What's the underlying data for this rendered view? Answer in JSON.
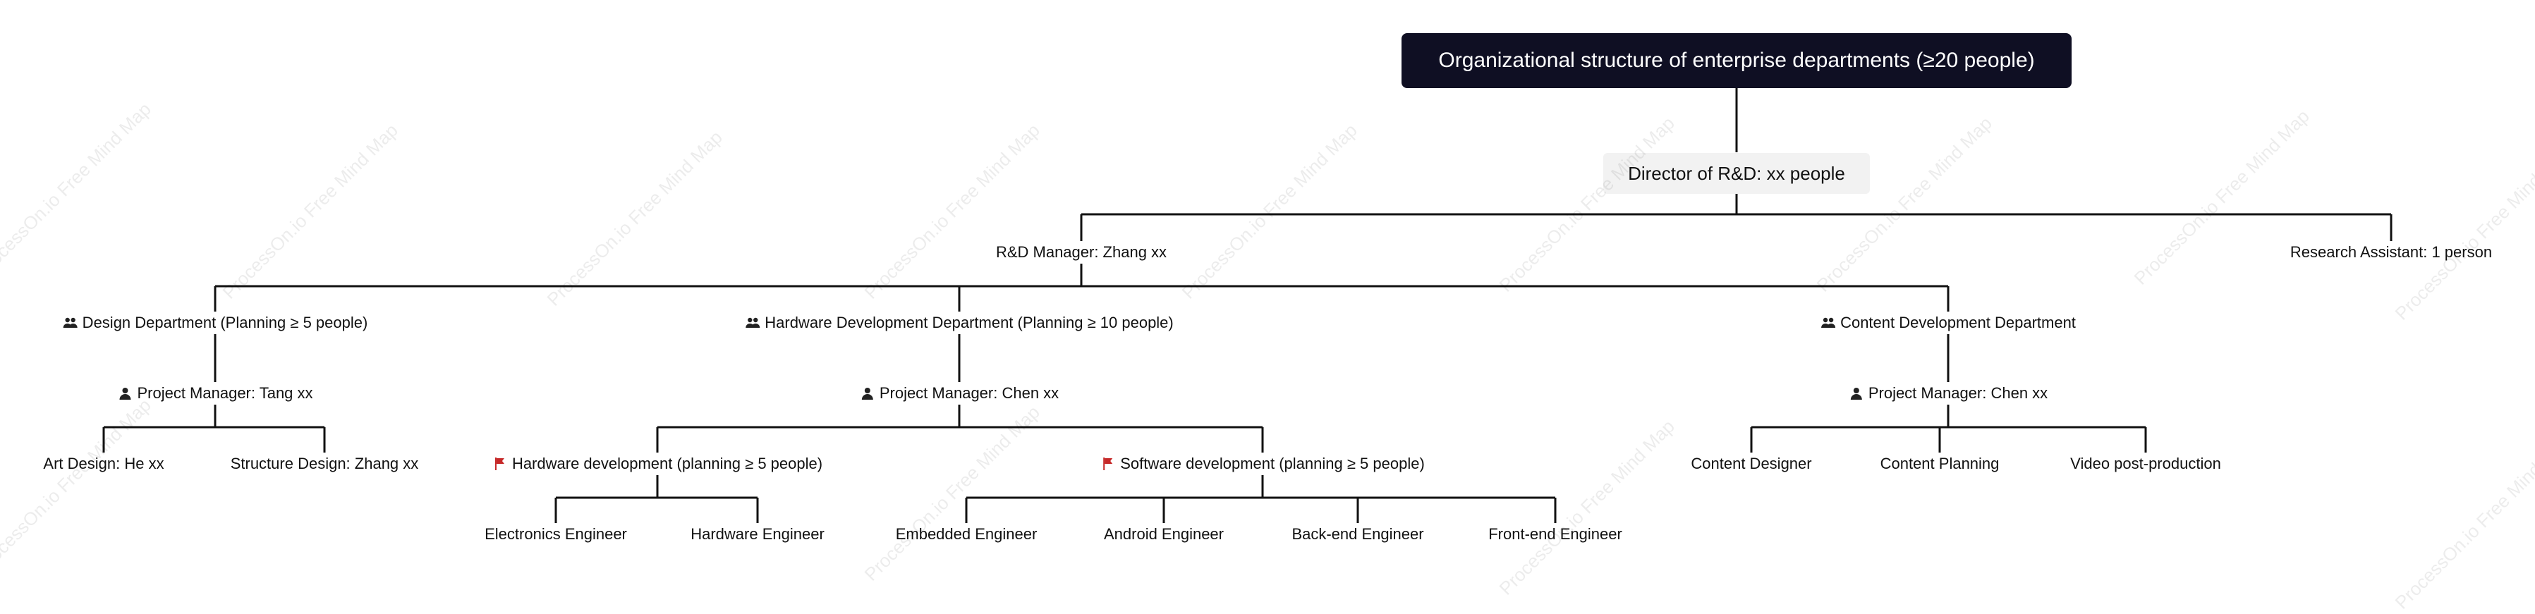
{
  "root": {
    "title": "Organizational structure of enterprise departments (≥20 people)"
  },
  "director": {
    "label": "Director of R&D: xx people"
  },
  "rd_manager": {
    "label": "R&D Manager: Zhang xx"
  },
  "research_assistant": {
    "label": "Research Assistant: 1 person"
  },
  "design_dept": {
    "label": "Design Department (Planning ≥ 5 people)",
    "icon": "group-icon",
    "manager": {
      "label": "Project Manager: Tang xx",
      "icon": "person-icon"
    },
    "members": [
      "Art Design: He xx",
      "Structure Design: Zhang xx"
    ]
  },
  "hardware_dept": {
    "label": "Hardware Development Department (Planning ≥ 10 people)",
    "icon": "group-icon",
    "manager": {
      "label": "Project Manager: Chen xx",
      "icon": "person-icon"
    },
    "hw_group": {
      "label": "Hardware development (planning ≥ 5 people)",
      "icon": "flag-icon",
      "members": [
        "Electronics Engineer",
        "Hardware Engineer"
      ]
    },
    "sw_group": {
      "label": "Software development (planning ≥ 5 people)",
      "icon": "flag-icon",
      "members": [
        "Embedded Engineer",
        "Android Engineer",
        "Back-end Engineer",
        "Front-end Engineer"
      ]
    }
  },
  "content_dept": {
    "label": "Content Development Department",
    "icon": "group-icon",
    "manager": {
      "label": "Project Manager: Chen xx",
      "icon": "person-icon"
    },
    "members": [
      "Content Designer",
      "Content Planning",
      "Video post-production"
    ]
  },
  "watermark": {
    "text": "ProcessOn.io Free Mind Map"
  },
  "colors": {
    "root_bg": "#0f0f23",
    "level1_bg": "#f2f2f2",
    "line": "#111111",
    "flag": "#c62828"
  }
}
